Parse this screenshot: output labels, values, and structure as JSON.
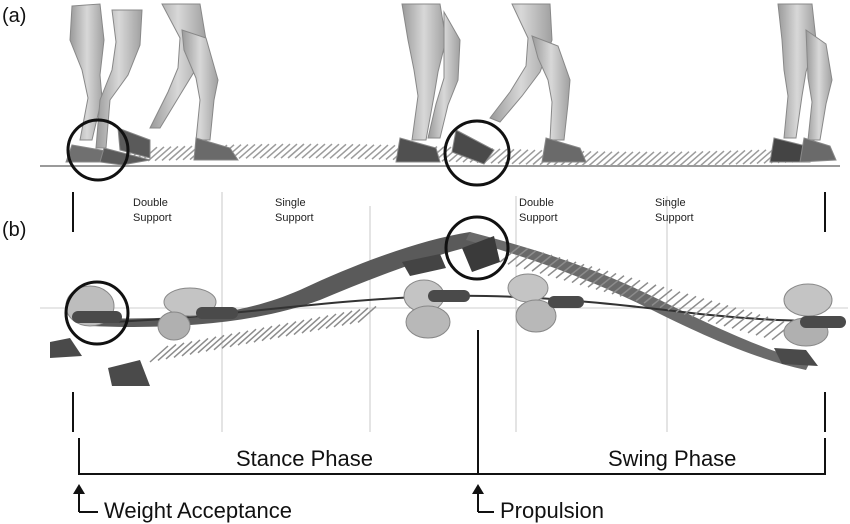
{
  "panels": {
    "a": "(a)",
    "b": "(b)"
  },
  "support_labels": [
    {
      "line1": "Double",
      "line2": "Support"
    },
    {
      "line1": "Single",
      "line2": "Support"
    },
    {
      "line1": "Double",
      "line2": "Support"
    },
    {
      "line1": "Single",
      "line2": "Support"
    }
  ],
  "phases": {
    "stance": "Stance Phase",
    "swing": "Swing Phase"
  },
  "events": {
    "weight_acceptance": "Weight Acceptance",
    "propulsion": "Propulsion"
  },
  "colors": {
    "line": "#111111",
    "leg": "#b8b8b8",
    "skate": "#6a6a6a",
    "guide": "#cfcfcf"
  }
}
